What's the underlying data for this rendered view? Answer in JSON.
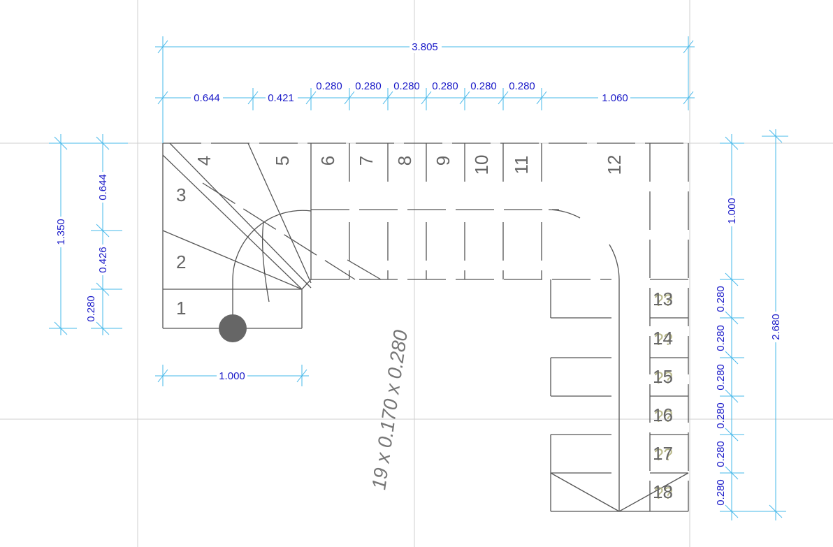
{
  "dimensions": {
    "total_width": "3.805",
    "seg_644": "0.644",
    "seg_421": "0.421",
    "tread_a": "0.280",
    "tread_b": "0.280",
    "tread_c": "0.280",
    "tread_d": "0.280",
    "tread_e": "0.280",
    "tread_f": "0.280",
    "seg_1060": "1.060",
    "left_total": "1.350",
    "left_644": "0.644",
    "left_426": "0.426",
    "left_280": "0.280",
    "bottom_1000": "1.000",
    "right_total": "2.680",
    "right_1000": "1.000",
    "right_280_a": "0.280",
    "right_280_b": "0.280",
    "right_280_c": "0.280",
    "right_280_d": "0.280",
    "right_280_e": "0.280",
    "right_280_f": "0.280"
  },
  "steps": [
    "1",
    "2",
    "3",
    "4",
    "5",
    "6",
    "7",
    "8",
    "9",
    "10",
    "11",
    "12",
    "13",
    "14",
    "15",
    "16",
    "17",
    "18"
  ],
  "stair_spec": "19 x 0.170 x 0.280",
  "colors": {
    "dimension_line": "#45b8ea",
    "dimension_text": "#1a1ac8",
    "stair_line": "#555555",
    "walkline_dot": "#666666"
  }
}
